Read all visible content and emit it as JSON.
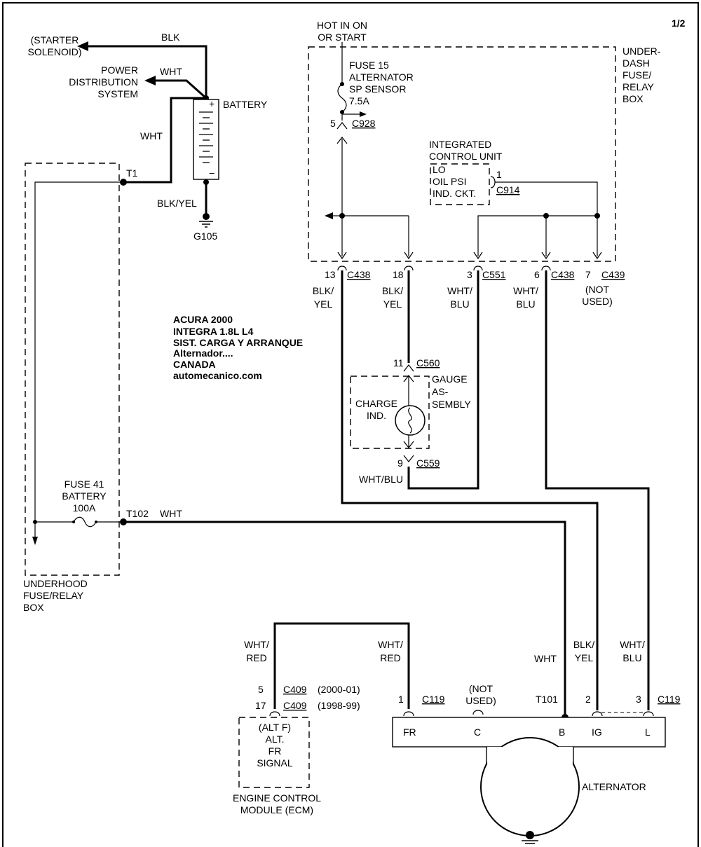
{
  "page_number": "1/2",
  "title_block": {
    "make_year": "ACURA 2000",
    "model": "INTEGRA 1.8L L4",
    "system": "SIST. CARGA Y ARRANQUE",
    "component": "Alternador....",
    "market": "CANADA",
    "website": "automecanico.com"
  },
  "top_left": {
    "starter_label": "(STARTER\nSOLENOID)",
    "pds_label": "POWER\nDISTRIBUTION\nSYSTEM",
    "blk": "BLK",
    "wht1": "WHT",
    "wht2": "WHT",
    "battery": "BATTERY",
    "plus": "+",
    "minus": "−",
    "blk_yel": "BLK/YEL",
    "ground": "G105",
    "t1": "T1"
  },
  "underhood_box": {
    "label": "UNDERHOOD\nFUSE/RELAY\nBOX",
    "fuse": "FUSE 41\nBATTERY\n100A",
    "t102": "T102",
    "wht": "WHT"
  },
  "underdash_box": {
    "hot_label": "HOT IN ON\nOR START",
    "box_label": "UNDER-\nDASH\nFUSE/\nRELAY\nBOX",
    "fuse": "FUSE 15\nALTERNATOR\nSP SENSOR\n7.5A",
    "c928_pin": "5",
    "c928": "C928",
    "icu_label": "INTEGRATED\nCONTROL UNIT",
    "icu_inner": "LO\nOIL PSI\nIND. CKT.",
    "c914_pin": "1",
    "c914": "C914"
  },
  "connectors_row": [
    {
      "pin": "13",
      "name": "C438",
      "wire": "BLK/\nYEL"
    },
    {
      "pin": "18",
      "name": "",
      "wire": "BLK/\nYEL"
    },
    {
      "pin": "3",
      "name": "C551",
      "wire": "WHT/\nBLU"
    },
    {
      "pin": "6",
      "name": "C438",
      "wire": "WHT/\nBLU"
    },
    {
      "pin": "7",
      "name": "C439",
      "wire": "(NOT\nUSED)"
    }
  ],
  "gauge": {
    "c560_pin": "11",
    "c560": "C560",
    "label": "GAUGE\nAS-\nSEMBLY",
    "charge": "CHARGE\nIND.",
    "c559_pin": "9",
    "c559": "C559",
    "wire": "WHT/BLU"
  },
  "lower": {
    "wht_red_left": "WHT/\nRED",
    "wht_red_right": "WHT/\nRED",
    "c409_pin1": "5",
    "c409_a": "C409",
    "years_a": "(2000-01)",
    "c409_pin2": "17",
    "c409_b": "C409",
    "years_b": "(1998-99)",
    "ecm_inner": "(ALT F)\nALT.\nFR\nSIGNAL",
    "ecm_label": "ENGINE CONTROL\nMODULE (ECM)",
    "c119_pin1": "1",
    "c119_a": "C119",
    "not_used": "(NOT\nUSED)",
    "wht": "WHT",
    "t101": "T101",
    "blk_yel": "BLK/\nYEL",
    "wht_blu": "WHT/\nBLU",
    "pin2": "2",
    "pin3": "3",
    "c119_b": "C119",
    "terminals": [
      "FR",
      "C",
      "B",
      "IG",
      "L"
    ],
    "alternator": "ALTERNATOR"
  }
}
